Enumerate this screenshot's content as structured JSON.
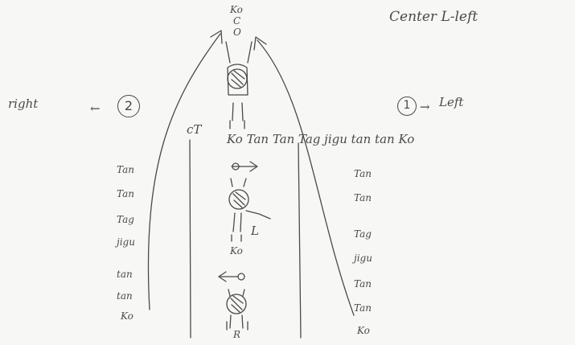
{
  "header": {
    "title": "Center  L-left"
  },
  "directions": {
    "right": {
      "label": "right",
      "arrow": "←",
      "number": "2"
    },
    "left": {
      "label": "Left",
      "arrow": "→",
      "number": "1"
    }
  },
  "top_stack": [
    "Ko",
    "C",
    "O"
  ],
  "center_sequence": "Ko  Tan  Tan  Tag  jigu    tan tan Ko",
  "marker_T": "cT",
  "center_labels": {
    "ko_upper": "Ko",
    "ko_lower": "Ko",
    "foot_L": "L",
    "foot_R": "R"
  },
  "left_column": [
    "Tan",
    "Tan",
    "Tag",
    "jigu",
    "tan",
    "tan",
    "Ko"
  ],
  "right_column": [
    "Tan",
    "Tan",
    "Tag",
    "jigu",
    "Tan",
    "Tan",
    "Ko"
  ],
  "colors": {
    "ink": "#4a4a4a",
    "paper": "#f7f7f5"
  }
}
